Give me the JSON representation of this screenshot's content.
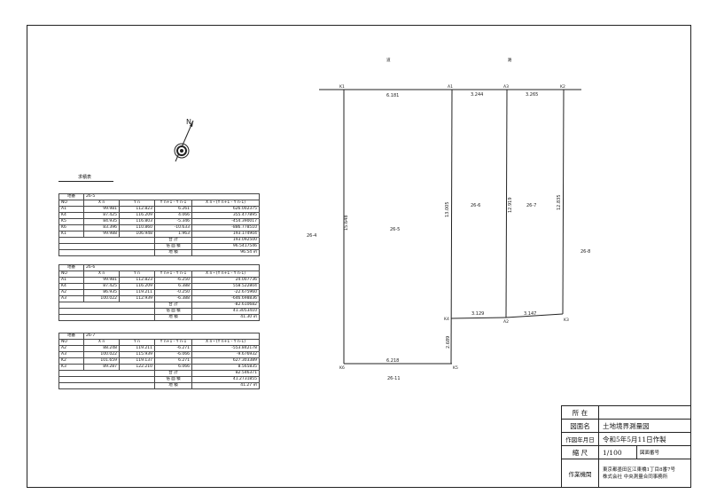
{
  "survey": {
    "north_label": "N",
    "top_labels": [
      "道",
      "路"
    ],
    "points": {
      "k1": "K1",
      "a1": "A1",
      "a3": "A3",
      "k2": "K2",
      "k4": "K4",
      "a2": "A2",
      "k3": "K3",
      "k6": "K6",
      "k5": "K5"
    },
    "distances": {
      "k1_a1": "6.181",
      "a1_a3": "3.244",
      "a3_k2": "3.265",
      "k1_k6": "15.648",
      "a1_k4": "13.005",
      "a3_a2": "12.919",
      "k2_k3": "12.835",
      "k4_a2": "3.129",
      "a2_k3": "3.147",
      "k4_k5": "2.689",
      "k6_k5": "6.218"
    },
    "lots": {
      "west": "26-4",
      "main": "26-5",
      "lot_a": "26-6",
      "lot_b": "26-7",
      "east": "26-8",
      "south": "26-11"
    }
  },
  "area_table_title": "求積表",
  "tables": [
    {
      "lot_label": "地番",
      "lot": "26-5",
      "headers": [
        "NO",
        "X n",
        "Y n",
        "Y n+1 - Y n-1",
        "X n・(Y n+1 - Y n-1)"
      ],
      "rows": [
        [
          "A1",
          "99.981",
          "112.823",
          "6.261",
          "626.002375"
        ],
        [
          "K4",
          "87.425",
          "116.209",
          "4.066",
          "355.477895"
        ],
        [
          "K5",
          "84.935",
          "116.803",
          "-5.346",
          "-454.390017"
        ],
        [
          "K6",
          "83.396",
          "110.860",
          "-10.633",
          "-886.778510"
        ],
        [
          "K1",
          "99.988",
          "106.948",
          "1.963",
          "193.174904"
        ]
      ],
      "sum_label": "合 計",
      "sum_value": "193.092500",
      "double_label": "倍 面 積",
      "double_value": "96.5417546",
      "area_label": "地 積",
      "area_value": "96.54 ㎡"
    },
    {
      "lot_label": "地番",
      "lot": "26-6",
      "headers": [
        "NO",
        "X n",
        "Y n",
        "Y n+1 - Y n-1",
        "X n・(Y n+1 - Y n-1)"
      ],
      "rows": [
        [
          "A1",
          "99.981",
          "112.823",
          "-6.250",
          "24.007736"
        ],
        [
          "K4",
          "87.425",
          "116.209",
          "6.388",
          "558.522804"
        ],
        [
          "A2",
          "86.935",
          "119.211",
          "-0.250",
          "-22.675960"
        ],
        [
          "A3",
          "100.022",
          "112.939",
          "-6.388",
          "-646.698836"
        ]
      ],
      "sum_label": "合 計",
      "sum_value": "-82.610682",
      "double_label": "倍 面 積",
      "double_value": "41.3053410",
      "area_label": "地 積",
      "area_value": "41.30 ㎡"
    },
    {
      "lot_label": "地番",
      "lot": "26-7",
      "headers": [
        "NO",
        "X n",
        "Y n",
        "Y n+1 - Y n-1",
        "X n・(Y n+1 - Y n-1)"
      ],
      "rows": [
        [
          "A2",
          "88.248",
          "119.211",
          "-6.271",
          "-553.842178"
        ],
        [
          "A3",
          "100.022",
          "115.939",
          "-6.066",
          "-9.676932"
        ],
        [
          "K2",
          "101.659",
          "119.137",
          "6.271",
          "627.303389"
        ],
        [
          "K3",
          "89.287",
          "122.210",
          "6.066",
          "8.565835"
        ]
      ],
      "sum_label": "合 計",
      "sum_value": "82.546371",
      "double_label": "倍 面 積",
      "double_value": "41.2731855",
      "area_label": "地 積",
      "area_value": "41.27 ㎡"
    }
  ],
  "title_block": {
    "location_label": "所 在",
    "location_value": "",
    "drawing_label": "図面名",
    "drawing_value": "土地境界測量図",
    "date_label": "作図年月日",
    "date_value": "令和5年5月11日作製",
    "scale_label": "縮 尺",
    "scale_value": "1/100",
    "drawing_no_label": "図面番号",
    "author_label": "作業機関",
    "author_address": "東京都墨田区江東橋1丁目8番7号",
    "author_company": "株式会社 中央測量合同事務所"
  }
}
